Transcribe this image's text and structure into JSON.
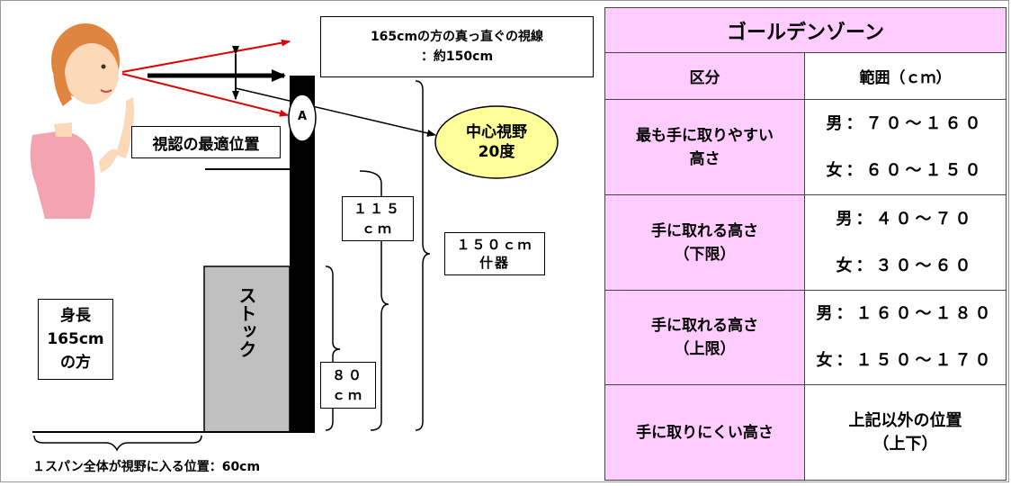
{
  "diagram": {
    "sightline_box": "165cmの方の真っ直ぐの視線\n：約150cm",
    "central_vision": "中心視野\n20度",
    "optimal_position": "視認の最適位置",
    "point_a": "A",
    "dim_115": "１１５\nｃｍ",
    "dim_150": "１５０ｃｍ\n什器",
    "dim_80": "８０\nｃｍ",
    "stock_label": "ストック",
    "person_label": "身長\n165cm\nの方",
    "span_label": "１スパン全体が視野に入る位置：60cm"
  },
  "table": {
    "title": "ゴールデンゾーン",
    "header_category": "区分",
    "header_range": "範囲（ｃｍ）",
    "rows": [
      {
        "category": "最も手に取りやすい\n高さ",
        "range_male": "男：７０〜１６０",
        "range_female": "女：６０〜１５０"
      },
      {
        "category": "手に取れる高さ\n（下限）",
        "range_male": "男：４０〜７０",
        "range_female": "女：３０〜６０"
      },
      {
        "category": "手に取れる高さ\n（上限）",
        "range_male": "男：１６０〜１８０",
        "range_female": "女：１５０〜１７０"
      },
      {
        "category": "手に取りにくい高さ",
        "range_text": "上記以外の位置\n（上下）"
      }
    ]
  },
  "colors": {
    "table_pink": "#ffccff",
    "sight_red": "#e00000",
    "central_vision_fill": "#ffff99",
    "stock_fill": "#c0c0c0",
    "skin": "#fcd9b8",
    "hair": "#e0853f",
    "shirt": "#f4a3b0"
  }
}
